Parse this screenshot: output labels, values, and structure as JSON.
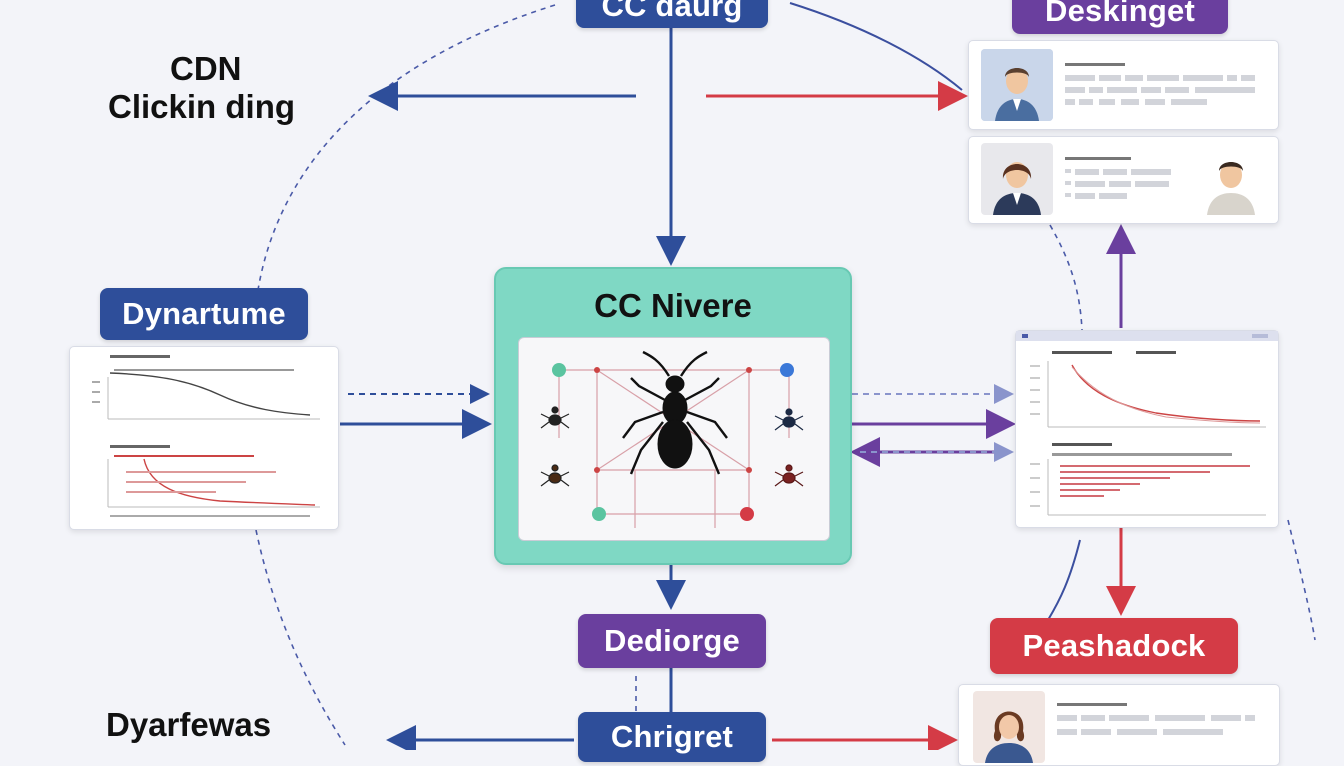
{
  "labels": {
    "top_center": "CC daurg",
    "top_right": "Deskinget",
    "cdn_line1": "CDN",
    "cdn_line2": "Clickin ding",
    "left_pill": "Dynartume",
    "hub_title": "CC Nivere",
    "bottom_center": "Dediorge",
    "bottom_right": "Peashadock",
    "bottom_center2": "Chrigret",
    "bottom_left": "Dyarfewas"
  },
  "colors": {
    "blue": "#2e4e9a",
    "purple": "#6a3f9e",
    "red": "#d43b46",
    "teal": "#7fd8c4"
  },
  "icons": [
    "person-icon",
    "ant-icon",
    "chart-icon"
  ]
}
